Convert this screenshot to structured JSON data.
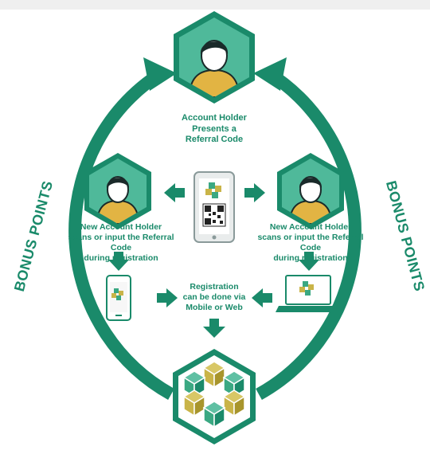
{
  "labels": {
    "top": [
      "Account Holder",
      "Presents a",
      "Referral Code"
    ],
    "left": [
      "New Account Holder",
      "scans or input the Referral Code",
      "during registration"
    ],
    "right": [
      "New Account Holder",
      "scans or input the Referral Code",
      "during registration"
    ],
    "center": [
      "Registration",
      "can be done via",
      "Mobile or Web"
    ]
  },
  "side_text": {
    "left": "BONUS POINTS",
    "right": "BONUS POINTS"
  },
  "colors": {
    "green": "#1a8a6a",
    "green_light": "#5fc0a3",
    "avatar_bg": "#4fb99a",
    "shirt": "#e2b443",
    "skin": "#ffffff",
    "hair": "#1a2a2a",
    "cube_green": "#3aa882",
    "cube_gold": "#c9b448"
  }
}
